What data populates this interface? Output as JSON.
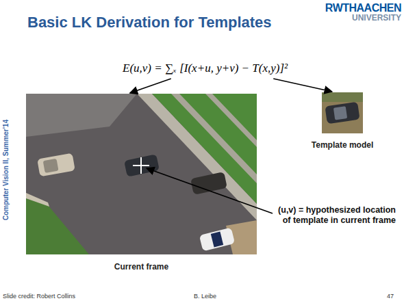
{
  "diagram": {
    "title": "Basic LK Derivation for Templates",
    "nodes": [
      {
        "text": [
          "E(u,v) = ∑ₓ [I(x+u, y+v) − T(x,y)]²"
        ]
      },
      {
        "text": [
          "Current frame"
        ]
      },
      {
        "text": [
          "Template model"
        ]
      }
    ],
    "edges": [
      {
        "from": 0,
        "to": 1,
        "arrow": "to"
      },
      {
        "from": 0,
        "to": 2,
        "arrow": "to"
      }
    ],
    "labels": [
      "RWTHAACHEN",
      "UNIVERSITY",
      "Computer Vision II, Summer'14",
      "(u,v) = hypothesized location of template in current frame",
      "Slide credit: Robert Collins",
      "B. Leibe",
      "47"
    ]
  }
}
